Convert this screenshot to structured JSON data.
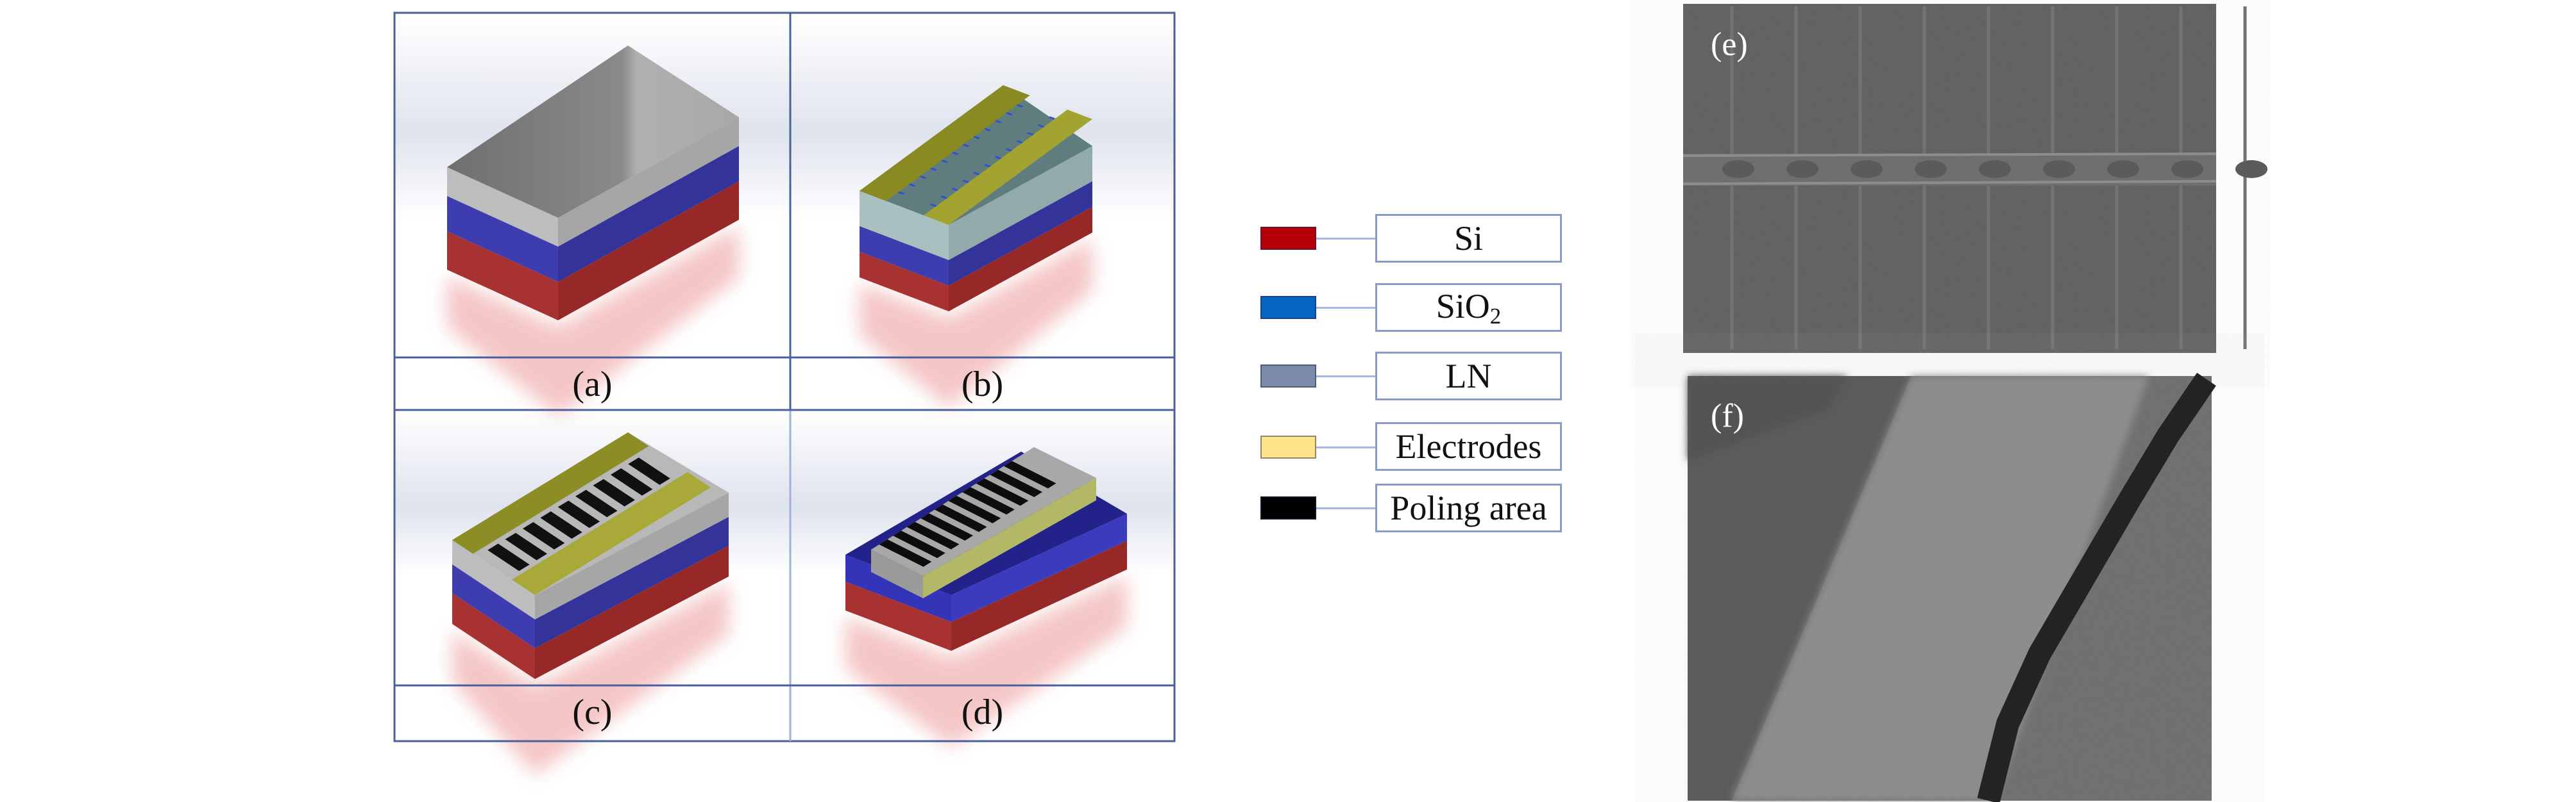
{
  "panels": [
    {
      "id": "a",
      "label": "(a)"
    },
    {
      "id": "b",
      "label": "(b)"
    },
    {
      "id": "c",
      "label": "(c)"
    },
    {
      "id": "d",
      "label": "(d)"
    }
  ],
  "legend": [
    {
      "label": "Si",
      "color": "#b50008"
    },
    {
      "label": "SiO",
      "sub": "2",
      "color": "#0563c1"
    },
    {
      "label": "LN",
      "color": "#7a8ca8"
    },
    {
      "label": "Electrodes",
      "color": "#ffe48c"
    },
    {
      "label": "Poling area",
      "color": "#000000"
    }
  ],
  "sem_images": [
    {
      "id": "e",
      "label": "(e)"
    },
    {
      "id": "f",
      "label": "(f)"
    }
  ],
  "colors": {
    "si_layer": "#a83030",
    "sio2_layer": "#3a3aa8",
    "ln_layer": "#b0b0b0",
    "electrode": "#9a9a2a",
    "grid_border": "#4a5f9c"
  }
}
